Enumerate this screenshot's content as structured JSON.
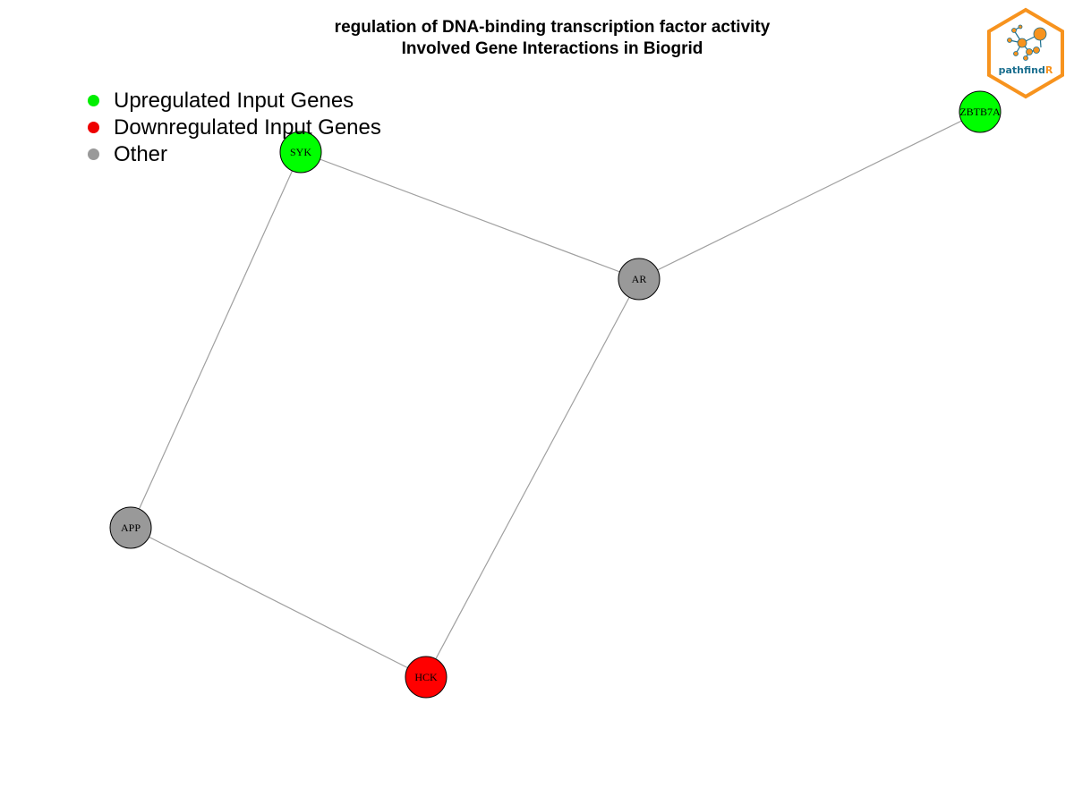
{
  "title": {
    "line1": "regulation of DNA-binding transcription factor activity",
    "line2": "Involved Gene Interactions in Biogrid"
  },
  "legend": [
    {
      "label": "Upregulated Input Genes",
      "color": "#00ee00"
    },
    {
      "label": "Downregulated Input Genes",
      "color": "#ee0000"
    },
    {
      "label": "Other",
      "color": "#999999"
    }
  ],
  "network": {
    "nodes": [
      {
        "id": "SYK",
        "label": "SYK",
        "status": "up",
        "color": "#00ff00"
      },
      {
        "id": "ZBTB7A",
        "label": "ZBTB7A",
        "status": "up",
        "color": "#00ff00"
      },
      {
        "id": "AR",
        "label": "AR",
        "status": "other",
        "color": "#999999"
      },
      {
        "id": "APP",
        "label": "APP",
        "status": "other",
        "color": "#999999"
      },
      {
        "id": "HCK",
        "label": "HCK",
        "status": "down",
        "color": "#ff0000"
      }
    ],
    "edges": [
      {
        "source": "SYK",
        "target": "AR"
      },
      {
        "source": "SYK",
        "target": "APP"
      },
      {
        "source": "AR",
        "target": "ZBTB7A"
      },
      {
        "source": "AR",
        "target": "HCK"
      },
      {
        "source": "APP",
        "target": "HCK"
      }
    ],
    "edge_color": "#a0a0a0"
  },
  "logo": {
    "text_part1": "pathfind",
    "text_part2": "R",
    "border_color": "#f7931e",
    "text_color": "#1b6f8f"
  }
}
